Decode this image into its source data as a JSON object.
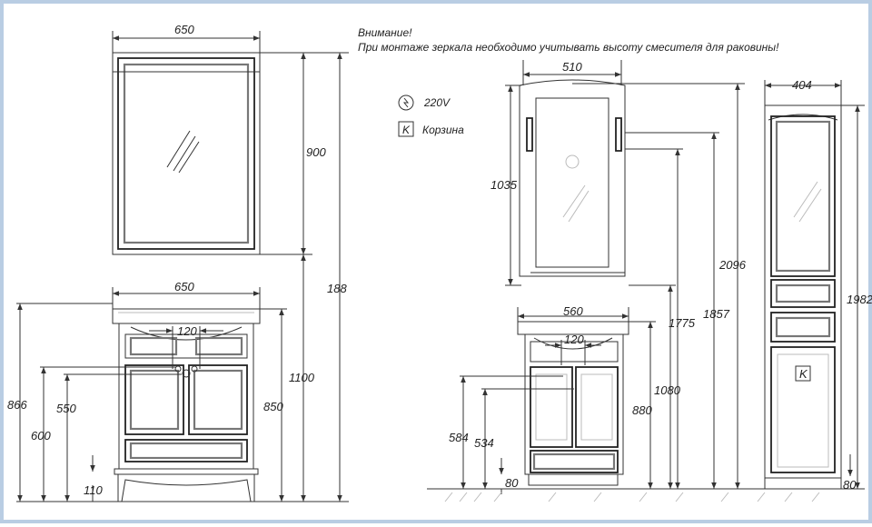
{
  "notice": {
    "title": "Внимание!",
    "text": "При монтаже зеркала необходимо учитывать высоту смесителя для раковины!"
  },
  "legend": [
    {
      "icon": "socket-icon",
      "label": "220V"
    },
    {
      "icon": "basket-icon",
      "label": "Корзина",
      "symbol": "K"
    }
  ],
  "left_mirror": {
    "width": "650",
    "height": "900"
  },
  "left_vanity": {
    "width": "650",
    "tap_spacing": "120",
    "overall": "188",
    "h_1100": "1100",
    "h_850": "850",
    "h_866": "866",
    "h_600": "600",
    "h_550": "550",
    "h_110": "110"
  },
  "mid_mirror": {
    "width": "510",
    "height": "1035"
  },
  "mid_vanity": {
    "width": "560",
    "tap_spacing": "120",
    "h_2096": "2096",
    "h_1857": "1857",
    "h_1775": "1775",
    "h_1080": "1080",
    "h_880": "880",
    "h_584": "584",
    "h_534": "534",
    "h_80": "80"
  },
  "tall_cabinet": {
    "width": "404",
    "height": "1982",
    "base": "80",
    "basket_symbol": "K"
  }
}
